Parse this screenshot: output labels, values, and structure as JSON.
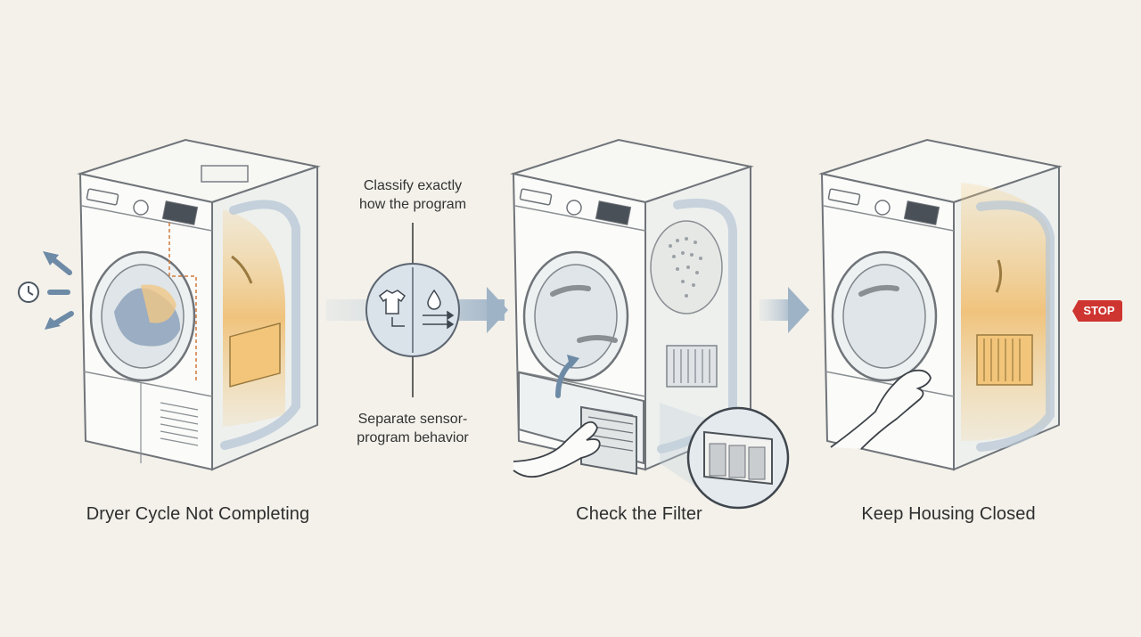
{
  "panels": [
    {
      "caption": "Dryer Cycle Not Completing"
    },
    {
      "caption": "Check the Filter"
    },
    {
      "caption": "Keep Housing Closed"
    }
  ],
  "notes": {
    "top_line1": "Classify exactly",
    "top_line2": "how the program",
    "bottom_line1": "Separate sensor-",
    "bottom_line2": "program behavior"
  },
  "stop_label": "STOP",
  "icons": [
    "clock-icon",
    "shirt-icon",
    "water-drop-icon",
    "flow-arrows-icon",
    "stop-sign-icon",
    "hand-icon",
    "filter-icon"
  ],
  "colors": {
    "background": "#f3f1ea",
    "outline": "#6f7479",
    "heat": "#f1b85a",
    "airflow": "#9fb4c8",
    "stop": "#cf3530"
  }
}
